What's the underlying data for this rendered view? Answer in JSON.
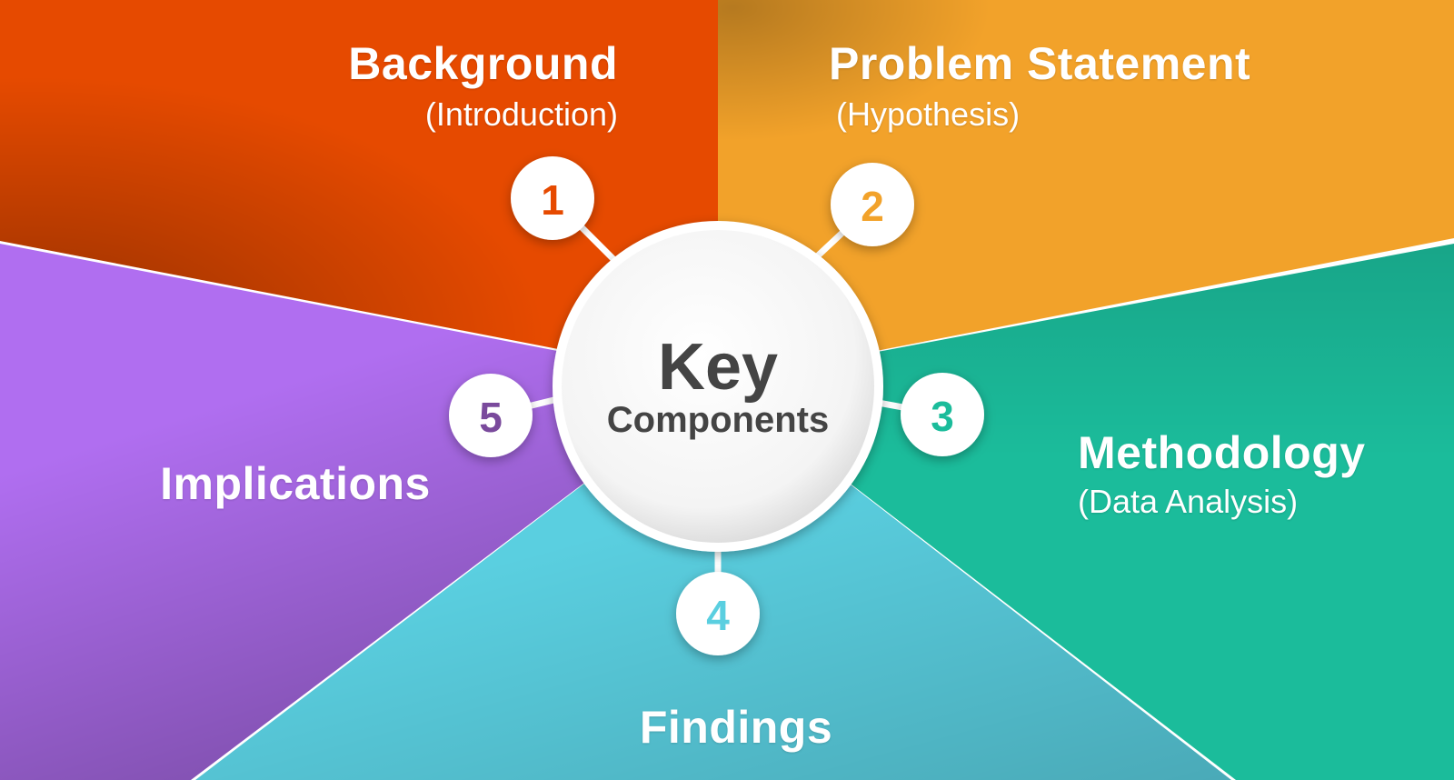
{
  "center": {
    "title": "Key",
    "subtitle": "Components"
  },
  "components": [
    {
      "number": "1",
      "title": "Background",
      "subtitle": "(Introduction)",
      "color": "#E64A00"
    },
    {
      "number": "2",
      "title": "Problem Statement",
      "subtitle": "(Hypothesis)",
      "color": "#F2A22A"
    },
    {
      "number": "3",
      "title": "Methodology",
      "subtitle": "(Data Analysis)",
      "color": "#1BBC9B"
    },
    {
      "number": "4",
      "title": "Findings",
      "subtitle": "",
      "color": "#5ACFE0"
    },
    {
      "number": "5",
      "title": "Implications",
      "subtitle": "",
      "color": "#B06EF0"
    }
  ]
}
